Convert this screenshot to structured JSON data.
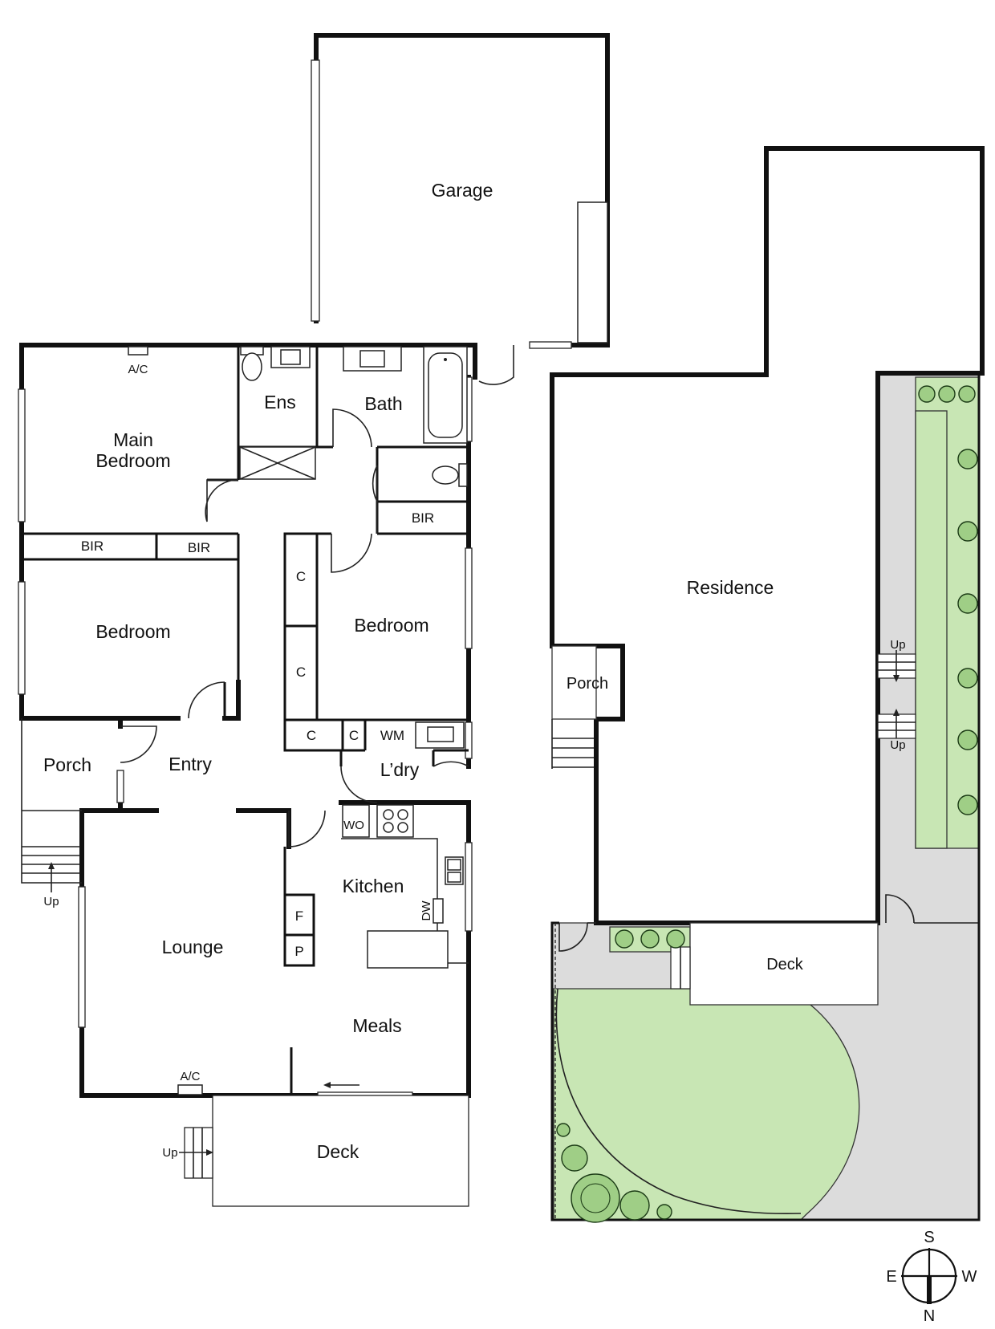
{
  "rooms": {
    "garage": "Garage",
    "ens": "Ens",
    "bath": "Bath",
    "main_bedroom_line1": "Main",
    "main_bedroom_line2": "Bedroom",
    "bir_1": "BIR",
    "bir_2": "BIR",
    "bir_3": "BIR",
    "bedroom_west": "Bedroom",
    "bedroom_east": "Bedroom",
    "cupboard_1": "C",
    "cupboard_2": "C",
    "cupboard_3": "C",
    "cupboard_4": "C",
    "wm": "WM",
    "laundry": "L’dry",
    "porch": "Porch",
    "entry": "Entry",
    "wo": "WO",
    "kitchen": "Kitchen",
    "dw": "DW",
    "fridge": "F",
    "pantry": "P",
    "lounge": "Lounge",
    "meals": "Meals",
    "deck": "Deck",
    "ac_1": "A/C",
    "ac_2": "A/C",
    "up_porch": "Up",
    "up_deck": "Up"
  },
  "site": {
    "residence": "Residence",
    "porch": "Porch",
    "deck": "Deck",
    "up_1": "Up",
    "up_2": "Up"
  },
  "compass": {
    "south": "S",
    "north": "N",
    "east": "E",
    "west": "W"
  },
  "colors": {
    "wall": "#111111",
    "grass": "#c8e6b4",
    "paving": "#dcdcdc",
    "tree": "#9fce86"
  }
}
